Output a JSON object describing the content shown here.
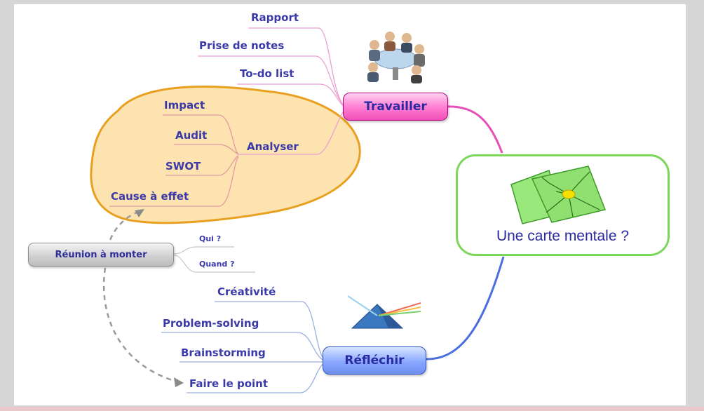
{
  "central": {
    "label": "Une carte mentale ?",
    "icon": "brain-map-icon"
  },
  "travailler": {
    "label": "Travailler",
    "icon": "meeting-people-icon",
    "items": [
      "Rapport",
      "Prise de notes",
      "To-do list",
      "Analyser"
    ],
    "analyser_items": [
      "Impact",
      "Audit",
      "SWOT",
      "Cause à effet"
    ]
  },
  "reflechir": {
    "label": "Réfléchir",
    "icon": "prism-icon",
    "items": [
      "Créativité",
      "Problem-solving",
      "Brainstorming",
      "Faire le point"
    ]
  },
  "reunion": {
    "label": "Réunion à monter",
    "items": [
      "Qui ?",
      "Quand ?"
    ]
  },
  "colors": {
    "travailler_branch": "#e64fb8",
    "reflechir_branch": "#4a6ee0",
    "central_border": "#7cd65c",
    "analyser_blob_fill": "#fde3b0",
    "analyser_blob_stroke": "#e8a020",
    "label_text": "#3a3aa8"
  }
}
